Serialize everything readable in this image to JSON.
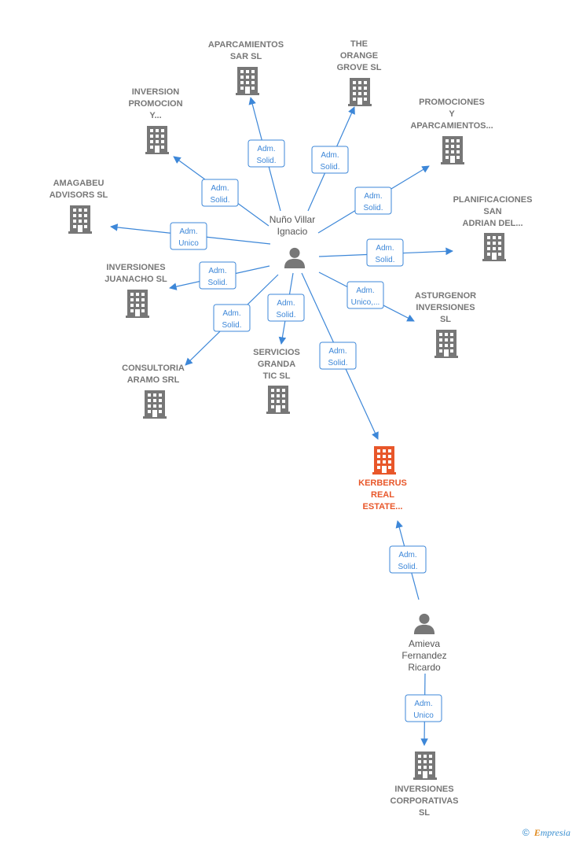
{
  "colors": {
    "edge": "#3d87d8",
    "company": "#777777",
    "highlight": "#e8572a",
    "person": "#777777"
  },
  "persons": [
    {
      "id": "p1",
      "label": [
        "Nuño Villar",
        "Ignacio"
      ],
      "icon": "person-icon"
    },
    {
      "id": "p2",
      "label": [
        "Amieva",
        "Fernandez",
        "Ricardo"
      ],
      "icon": "person-icon"
    }
  ],
  "companies": [
    {
      "id": "c_sar",
      "label": [
        "APARCAMIENTOS",
        "SAR  SL"
      ],
      "icon": "building-icon"
    },
    {
      "id": "c_orange",
      "label": [
        "THE",
        "ORANGE",
        "GROVE  SL"
      ],
      "icon": "building-icon"
    },
    {
      "id": "c_promo",
      "label": [
        "PROMOCIONES",
        "Y",
        "APARCAMIENTOS..."
      ],
      "icon": "building-icon"
    },
    {
      "id": "c_inv",
      "label": [
        "INVERSION",
        "PROMOCION",
        "Y..."
      ],
      "icon": "building-icon"
    },
    {
      "id": "c_amag",
      "label": [
        "AMAGABEU",
        "ADVISORS  SL"
      ],
      "icon": "building-icon"
    },
    {
      "id": "c_plan",
      "label": [
        "PLANIFICACIONES",
        "SAN",
        "ADRIAN DEL..."
      ],
      "icon": "building-icon"
    },
    {
      "id": "c_juan",
      "label": [
        "INVERSIONES",
        "JUANACHO  SL"
      ],
      "icon": "building-icon"
    },
    {
      "id": "c_ast",
      "label": [
        "ASTURGENOR",
        "INVERSIONES",
        "SL"
      ],
      "icon": "building-icon"
    },
    {
      "id": "c_serv",
      "label": [
        "SERVICIOS",
        "GRANDA",
        "TIC  SL"
      ],
      "icon": "building-icon"
    },
    {
      "id": "c_cons",
      "label": [
        "CONSULTORIA",
        "ARAMO SRL"
      ],
      "icon": "building-icon"
    },
    {
      "id": "c_kerb",
      "label": [
        "KERBERUS",
        "REAL",
        "ESTATE..."
      ],
      "icon": "building-icon",
      "highlight": true
    },
    {
      "id": "c_corp",
      "label": [
        "INVERSIONES",
        "CORPORATIVAS",
        "SL"
      ],
      "icon": "building-icon"
    }
  ],
  "edges": [
    {
      "from": "p1",
      "to": "c_sar",
      "label": [
        "Adm.",
        "Solid."
      ]
    },
    {
      "from": "p1",
      "to": "c_orange",
      "label": [
        "Adm.",
        "Solid."
      ]
    },
    {
      "from": "p1",
      "to": "c_promo",
      "label": [
        "Adm.",
        "Solid."
      ]
    },
    {
      "from": "p1",
      "to": "c_inv",
      "label": [
        "Adm.",
        "Solid."
      ]
    },
    {
      "from": "p1",
      "to": "c_amag",
      "label": [
        "Adm.",
        "Unico"
      ]
    },
    {
      "from": "p1",
      "to": "c_plan",
      "label": [
        "Adm.",
        "Solid."
      ]
    },
    {
      "from": "p1",
      "to": "c_juan",
      "label": [
        "Adm.",
        "Solid."
      ]
    },
    {
      "from": "p1",
      "to": "c_ast",
      "label": [
        "Adm.",
        "Unico,..."
      ]
    },
    {
      "from": "p1",
      "to": "c_serv",
      "label": [
        "Adm.",
        "Solid."
      ]
    },
    {
      "from": "p1",
      "to": "c_cons",
      "label": [
        "Adm.",
        "Solid."
      ]
    },
    {
      "from": "p1",
      "to": "c_kerb",
      "label": [
        "Adm.",
        "Solid."
      ]
    },
    {
      "from": "p2",
      "to": "c_kerb",
      "label": [
        "Adm.",
        "Solid."
      ]
    },
    {
      "from": "p2",
      "to": "c_corp",
      "label": [
        "Adm.",
        "Unico"
      ]
    }
  ],
  "watermark": {
    "copyright": "©",
    "brand_first": "E",
    "brand_rest": "mpresia"
  }
}
